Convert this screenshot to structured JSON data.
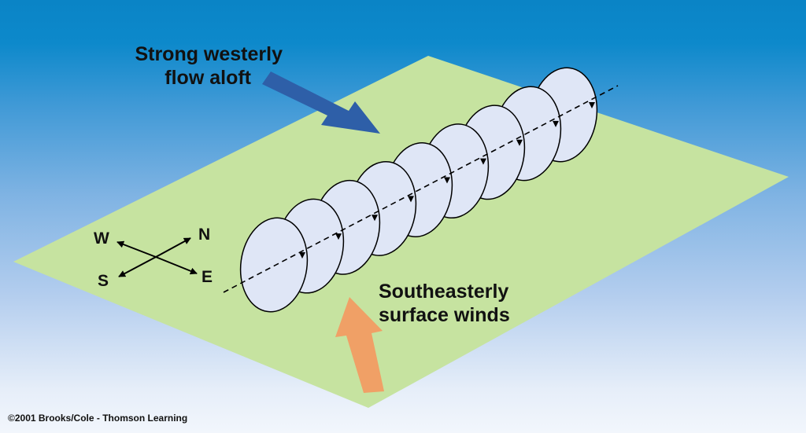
{
  "labels": {
    "westerly_line1": "Strong westerly",
    "westerly_line2": "flow aloft",
    "southeasterly_line1": "Southeasterly",
    "southeasterly_line2": "surface winds"
  },
  "compass": {
    "west": "W",
    "north": "N",
    "south": "S",
    "east": "E"
  },
  "copyright": "©2001 Brooks/Cole - Thomson Learning",
  "colors": {
    "sky_top": "#0a84c6",
    "sky_bottom": "#f2f6fc",
    "ground": "#c6e3a0",
    "roll": "#dfe6f6",
    "aloft_arrow": "#2e5fa8",
    "surface_arrow": "#f0a066"
  }
}
